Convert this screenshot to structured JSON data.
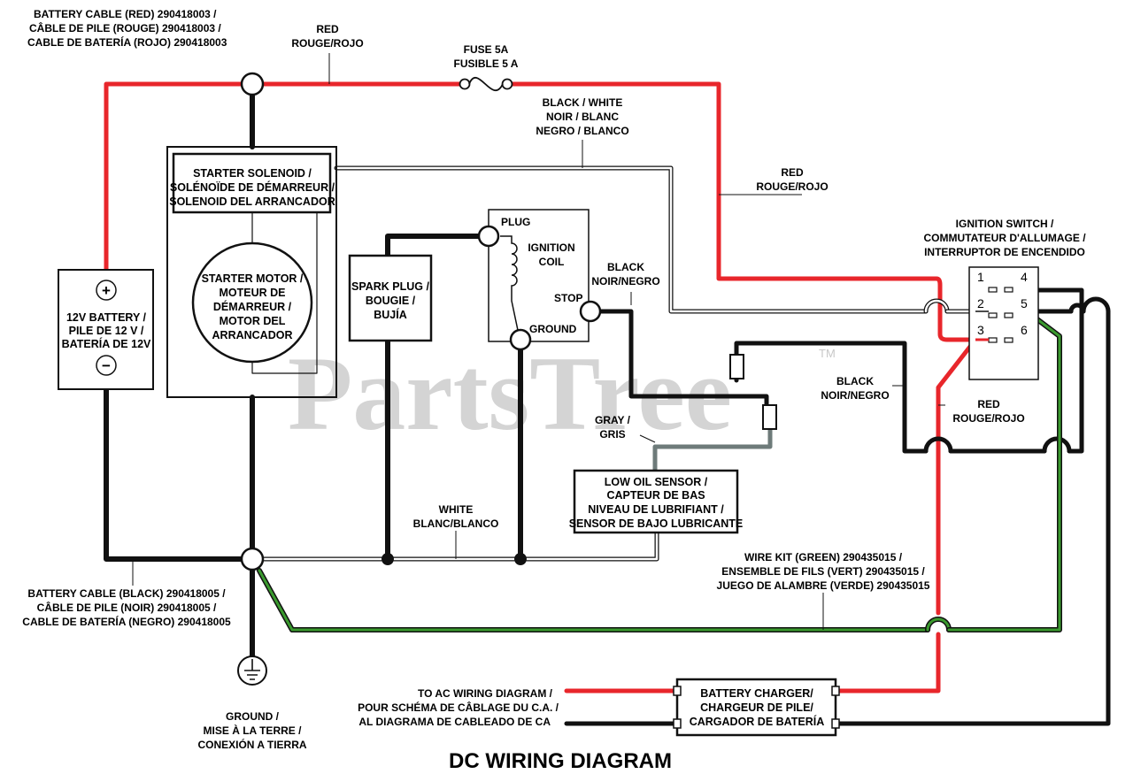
{
  "title": "DC WIRING DIAGRAM",
  "watermark": {
    "text": "PartsTree",
    "tm": "TM"
  },
  "colors": {
    "red": "#e8262b",
    "black": "#111111",
    "green": "#3a9a2e",
    "gray": "#6e7b7a",
    "white_wire": "#ffffff"
  },
  "components": {
    "battery": {
      "plus": "+",
      "minus": "−",
      "lines": [
        "12V BATTERY /",
        "PILE DE 12 V /",
        "BATERÍA DE 12V"
      ]
    },
    "solenoid": {
      "lines": [
        "STARTER SOLENOID /",
        "SOLÉNOÏDE DE DÉMARREUR /",
        "SOLENOID DEL ARRANCADOR"
      ]
    },
    "starter_motor": {
      "lines": [
        "STARTER MOTOR /",
        "MOTEUR DE",
        "DÉMARREUR /",
        "MOTOR DEL",
        "ARRANCADOR"
      ]
    },
    "spark_plug": {
      "lines": [
        "SPARK PLUG /",
        "BOUGIE /",
        "BUJÍA"
      ]
    },
    "ignition_coil": {
      "plug": "PLUG",
      "coil_lines": [
        "IGNITION",
        "COIL"
      ],
      "stop": "STOP",
      "ground": "GROUND"
    },
    "low_oil_sensor": {
      "lines": [
        "LOW OIL SENSOR /",
        "CAPTEUR DE BAS",
        "NIVEAU DE LUBRIFIANT /",
        "SENSOR DE BAJO LUBRICANTE"
      ]
    },
    "ignition_switch": {
      "lines": [
        "IGNITION SWITCH /",
        "COMMUTATEUR D'ALLUMAGE /",
        "INTERRUPTOR DE ENCENDIDO"
      ],
      "pins": [
        "1",
        "2",
        "3",
        "4",
        "5",
        "6"
      ]
    },
    "battery_charger": {
      "lines": [
        "BATTERY CHARGER/",
        "CHARGEUR DE PILE/",
        "CARGADOR DE BATERÍA"
      ]
    },
    "ground": {
      "lines": [
        "GROUND /",
        "MISE À LA TERRE /",
        "CONEXIÓN A TIERRA"
      ]
    }
  },
  "labels": {
    "battery_cable_red": [
      "BATTERY CABLE (RED) 290418003 /",
      "CÂBLE DE PILE (ROUGE) 290418003 /",
      "CABLE DE BATERÍA (ROJO) 290418003"
    ],
    "red_top": [
      "RED",
      "ROUGE/ROJO"
    ],
    "fuse": [
      "FUSE 5A",
      "FUSIBLE 5 A"
    ],
    "black_white": [
      "BLACK / WHITE",
      "NOIR / BLANC",
      "NEGRO / BLANCO"
    ],
    "red_right": [
      "RED",
      "ROUGE/ROJO"
    ],
    "black_stop": [
      "BLACK",
      "NOIR/NEGRO"
    ],
    "black_right": [
      "BLACK",
      "NOIR/NEGRO"
    ],
    "red_switch": [
      "RED",
      "ROUGE/ROJO"
    ],
    "gray": [
      "GRAY /",
      "GRIS"
    ],
    "white": [
      "WHITE",
      "BLANC/BLANCO"
    ],
    "wire_kit": [
      "WIRE KIT (GREEN) 290435015 /",
      "ENSEMBLE DE FILS (VERT) 290435015 /",
      "JUEGO DE ALAMBRE (VERDE) 290435015"
    ],
    "battery_cable_black": [
      "BATTERY CABLE (BLACK) 290418005 /",
      "CÂBLE DE PILE (NOIR) 290418005 /",
      "CABLE DE BATERÍA (NEGRO) 290418005"
    ],
    "to_ac": [
      "TO AC WIRING DIAGRAM /",
      "POUR SCHÉMA DE CÂBLAGE DU C.A. /",
      "AL DIAGRAMA DE CABLEADO DE CA"
    ]
  }
}
